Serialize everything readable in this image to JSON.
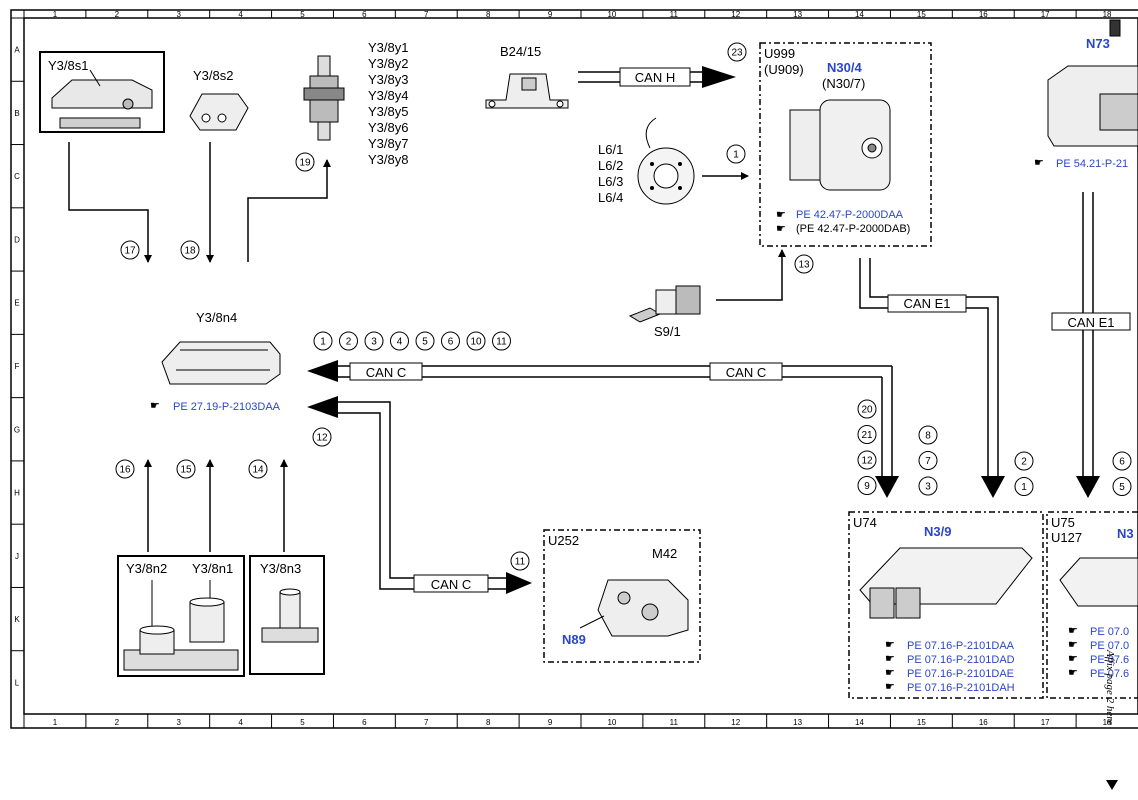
{
  "grid": {
    "cols": [
      "1",
      "2",
      "3",
      "4",
      "5",
      "6",
      "7",
      "8",
      "9",
      "10",
      "11",
      "12",
      "13",
      "14",
      "15",
      "16",
      "17",
      "18"
    ],
    "rows": [
      "A",
      "B",
      "C",
      "D",
      "E",
      "F",
      "G",
      "H",
      "J",
      "K",
      "L"
    ]
  },
  "components": {
    "y38s1": "Y3/8s1",
    "y38s2": "Y3/8s2",
    "y38y": [
      "Y3/8y1",
      "Y3/8y2",
      "Y3/8y3",
      "Y3/8y4",
      "Y3/8y5",
      "Y3/8y6",
      "Y3/8y7",
      "Y3/8y8"
    ],
    "b2415": "B24/15",
    "u999": "U999",
    "u909": "(U909)",
    "n304": "N30/4",
    "n307": "(N30/7)",
    "n73": "N73",
    "l6": [
      "L6/1",
      "L6/2",
      "L6/3",
      "L6/4"
    ],
    "s91": "S9/1",
    "y38n4": "Y3/8n4",
    "y38n2": "Y3/8n2",
    "y38n1": "Y3/8n1",
    "y38n3": "Y3/8n3",
    "u252": "U252",
    "m42": "M42",
    "n89": "N89",
    "u74": "U74",
    "n39": "N3/9",
    "u75": "U75",
    "u127": "U127",
    "n3_partial": "N3"
  },
  "buses": {
    "can_h": "CAN H",
    "can_c_1": "CAN C",
    "can_c_2": "CAN C",
    "can_c_3": "CAN C",
    "can_e1_1": "CAN E1",
    "can_e1_2": "CAN E1"
  },
  "markers": {
    "m17": "17",
    "m18": "18",
    "m19": "19",
    "m23": "23",
    "m1": "1",
    "m13": "13",
    "y38n4_inputs": [
      "1",
      "2",
      "3",
      "4",
      "5",
      "6",
      "10",
      "11"
    ],
    "m12": "12",
    "m16": "16",
    "m15": "15",
    "m14": "14",
    "m11": "11",
    "col_left": [
      "20",
      "21",
      "12",
      "9"
    ],
    "col_mid": [
      "8",
      "7",
      "3"
    ],
    "col_right": [
      "2",
      "1"
    ],
    "col_far": [
      "6",
      "5"
    ]
  },
  "references": {
    "n304_refs": [
      "PE 42.47-P-2000DAA",
      "(PE 42.47-P-2000DAB)"
    ],
    "n73_ref": "PE 54.21-P-21",
    "y38n4_ref": "PE 27.19-P-2103DAA",
    "u74_refs": [
      "PE 07.16-P-2101DAA",
      "PE 07.16-P-2101DAD",
      "PE 07.16-P-2101DAE",
      "PE 07.16-P-2101DAH"
    ],
    "u75_refs": [
      "PE 07.0",
      "PE 07.0",
      "PE 07.6",
      "PE 07.6"
    ]
  },
  "side_note": "Affix page 2 here",
  "colors": {
    "line": "#000000",
    "link_blue": "#2a46c8"
  }
}
